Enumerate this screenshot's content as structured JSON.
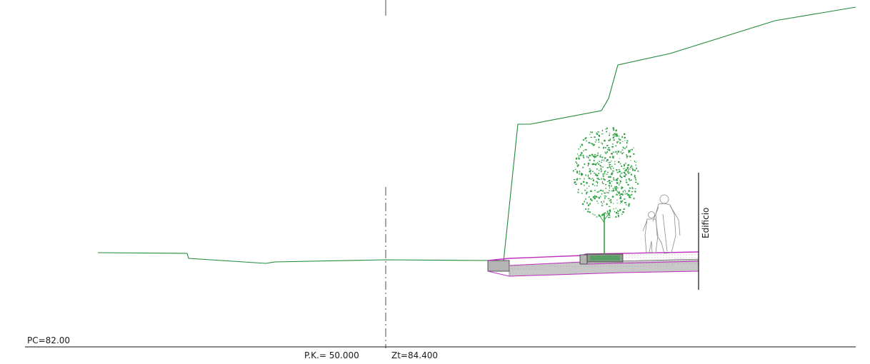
{
  "section": {
    "reference_plane_label": "PC=82.00",
    "chainage_label": "P.K.=  50.000",
    "elevation_label": "Zt=84.400",
    "building_label": "Edificio"
  },
  "colors": {
    "terrain": "#1f8a3a",
    "road_edge": "#c030c0",
    "concrete": "#b4b4b4",
    "tree": "#2ea043",
    "line": "#111111"
  }
}
